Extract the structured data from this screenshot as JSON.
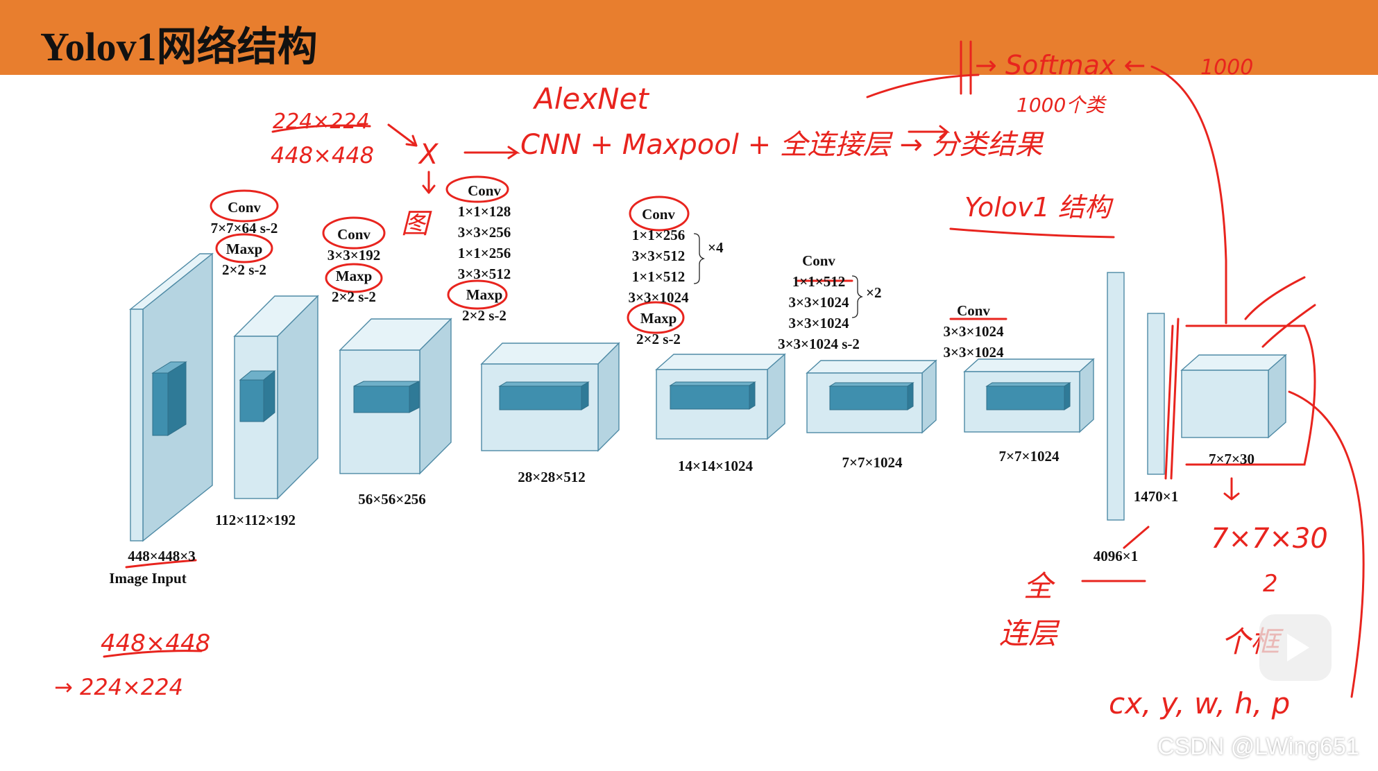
{
  "header": {
    "title": "Yolov1网络结构"
  },
  "diagram": {
    "conv_groups": [
      {
        "lines": [
          "Conv",
          "7×7×64 s-2",
          "Maxp",
          "2×2 s-2"
        ]
      },
      {
        "lines": [
          "Conv",
          "3×3×192",
          "Maxp",
          "2×2 s-2"
        ]
      },
      {
        "lines": [
          "Conv",
          "1×1×128",
          "3×3×256",
          "1×1×256",
          "3×3×512",
          "Maxp",
          "2×2 s-2"
        ]
      },
      {
        "lines": [
          "Conv",
          "1×1×256",
          "3×3×512",
          "1×1×512",
          "3×3×1024",
          "Maxp",
          "2×2 s-2"
        ],
        "repeat": "×4"
      },
      {
        "lines": [
          "Conv",
          "1×1×512",
          "3×3×1024",
          "3×3×1024",
          "3×3×1024 s-2"
        ],
        "repeat": "×2"
      },
      {
        "lines": [
          "Conv",
          "3×3×1024",
          "3×3×1024"
        ]
      }
    ],
    "dims": [
      "448×448×3",
      "112×112×192",
      "56×56×256",
      "28×28×512",
      "14×14×1024",
      "7×7×1024",
      "7×7×1024",
      "7×7×30",
      "1470×1",
      "4096×1"
    ],
    "input_label": "Image Input"
  },
  "annotations": {
    "alexnet": "AlexNet",
    "size_a": "224×224",
    "size_b": "448×448",
    "x_mark": "X",
    "graph_char": "图",
    "pipeline": "CNN + Maxpool + 全连接层 → 分类结果",
    "softmax": "→ Softmax ←",
    "thousand": "1000",
    "thousand_classes": "1000个类",
    "yolov1_struct": "Yolov1 结构",
    "resize_a": "448×448",
    "resize_b": "→ 224×224",
    "fc_layer": [
      "全",
      "连层"
    ],
    "result_shape": "7×7×30",
    "two": "2",
    "rest": "个框",
    "coords": "cx, y, w, h, p",
    "watermark": "CSDN @LWing651"
  },
  "colors": {
    "header_bg": "#e87e2e",
    "block_front": "#d6eaf2",
    "block_top": "#e6f3f8",
    "block_side": "#b5d4e1",
    "block_edge": "#4e8aa5",
    "kernel": "#3f8fae",
    "ink": "#e8241e"
  }
}
